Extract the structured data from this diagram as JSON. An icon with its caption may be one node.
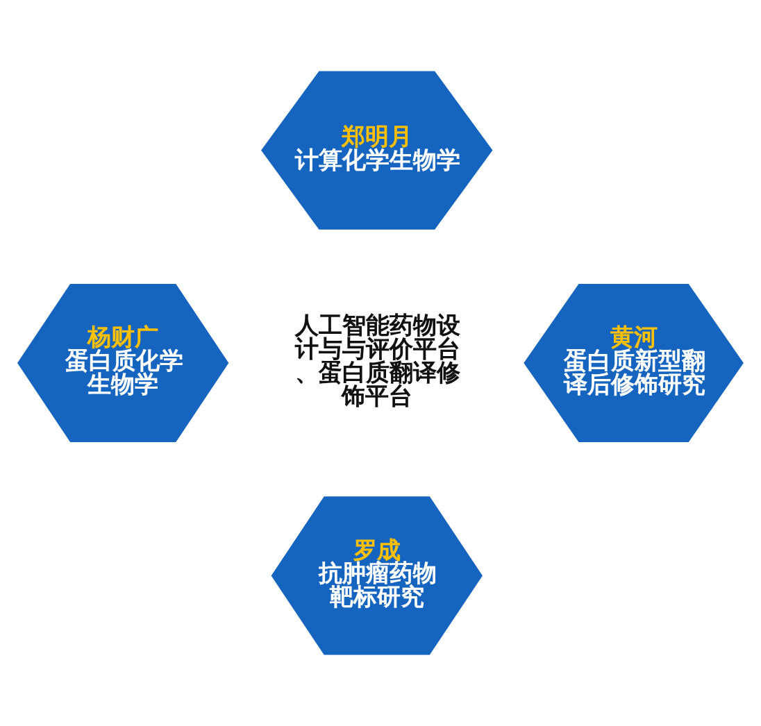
{
  "diagram": {
    "nodes": [
      {
        "text": [
          "郑明月",
          "计算化学生物学"
        ]
      },
      {
        "text": [
          "杨财广",
          "蛋白质化学生物学"
        ]
      },
      {
        "text": [
          "人工智能药物设计与与评价平台、蛋白质翻译修饰平台"
        ]
      },
      {
        "text": [
          "黄河",
          "蛋白质新型翻译后修饰研究"
        ]
      },
      {
        "text": [
          "罗成",
          "抗肿瘤药物靶标研究"
        ]
      }
    ]
  }
}
